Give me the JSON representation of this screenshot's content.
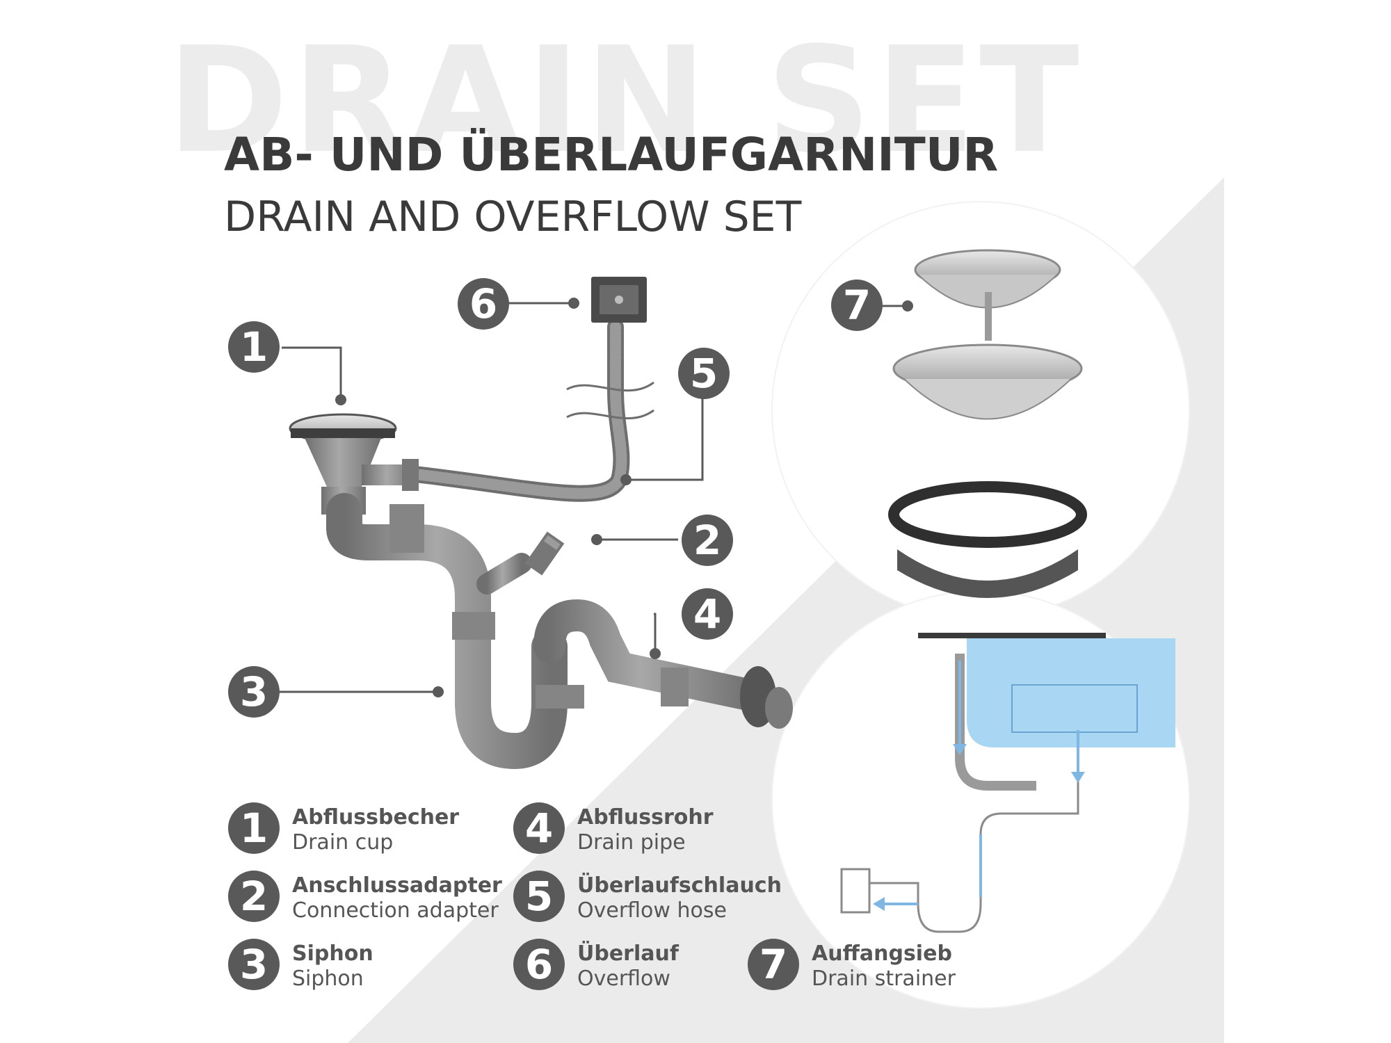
{
  "background_word": "DRAIN SET",
  "title": {
    "de": "AB- UND ÜBERLAUFGARNITUR",
    "en": "DRAIN AND OVERFLOW SET"
  },
  "colors": {
    "badge": "#595959",
    "text": "#3a3a3a",
    "pipe": "#8c8c8c",
    "water": "#a9d6f2",
    "flow_arrow": "#7fb7e2",
    "steel": "#c8c8c8"
  },
  "callouts": [
    "1",
    "2",
    "3",
    "4",
    "5",
    "6",
    "7"
  ],
  "legend": [
    {
      "num": "1",
      "de": "Abflussbecher",
      "en": "Drain cup"
    },
    {
      "num": "2",
      "de": "Anschlussadapter",
      "en": "Connection adapter"
    },
    {
      "num": "3",
      "de": "Siphon",
      "en": "Siphon"
    },
    {
      "num": "4",
      "de": "Abflussrohr",
      "en": "Drain pipe"
    },
    {
      "num": "5",
      "de": "Überlaufschlauch",
      "en": "Overflow hose"
    },
    {
      "num": "6",
      "de": "Überlauf",
      "en": "Overflow"
    },
    {
      "num": "7",
      "de": "Auffangsieb",
      "en": "Drain strainer"
    }
  ]
}
